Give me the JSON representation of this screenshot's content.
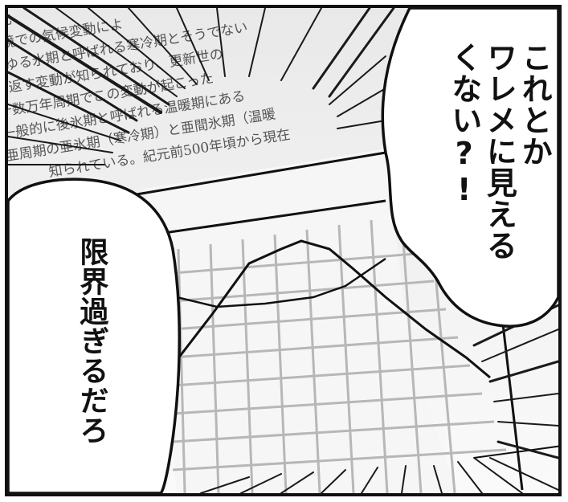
{
  "panel": {
    "bubble_right": {
      "lines": [
        "これとか",
        "ワレメに見える",
        "くない?!"
      ]
    },
    "bubble_left": {
      "text": "限界過ぎるだろ"
    },
    "document": {
      "lines": [
        "変化",
        "環境での気候変動によ",
        "わゆる氷期と呼ばれる寒冷期とそうでない",
        "り返す変動が知られており、更新世の",
        "十数万年周期でこの変動が起こった",
        "一般的に後氷期と呼ばれる温暖期にある",
        "亜周期の亜氷期（寒冷期）と亜間氷期（温暖",
        "知られている。紀元前500年頃から現在"
      ]
    }
  }
}
